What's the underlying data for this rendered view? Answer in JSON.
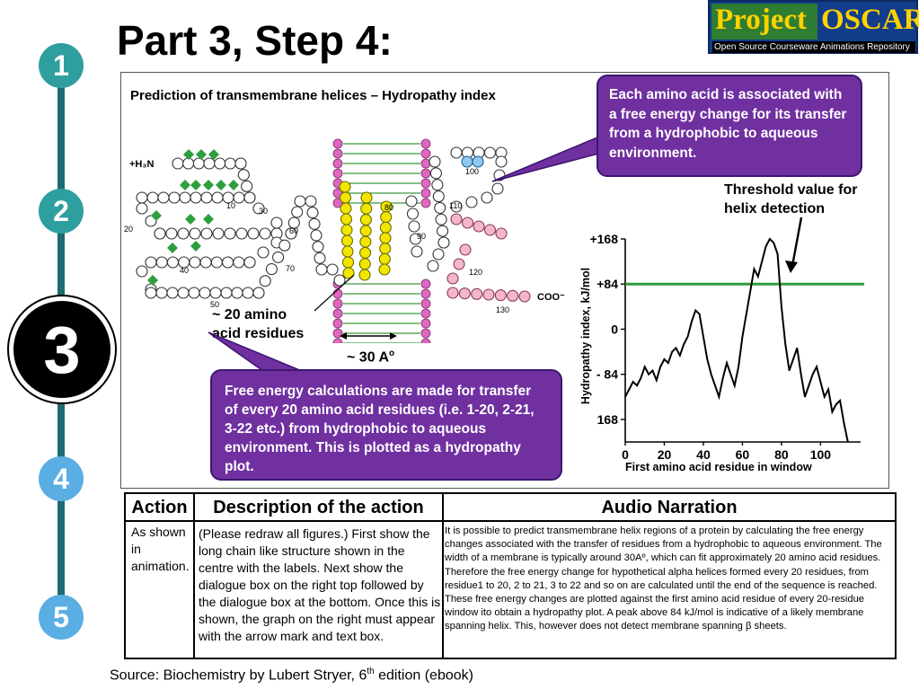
{
  "page": {
    "title": "Part 3, Step 4:"
  },
  "logo": {
    "word1": "Project",
    "word2": "OSCAR",
    "tagline": "Open Source Courseware Animations Repository"
  },
  "steps": [
    "1",
    "2",
    "3",
    "4",
    "5"
  ],
  "panel": {
    "heading": "Prediction of transmembrane helices – Hydropathy index",
    "callout_top": "Each amino acid is associated with a free energy change for its transfer from a hydrophobic to aqueous environment.",
    "callout_bottom": "Free energy calculations are made for transfer of every 20 amino acid residues (i.e. 1-20, 2-21, 3-22 etc.) from hydrophobic to aqueous environment. This is plotted as a hydropathy plot.",
    "threshold_label_line1": "Threshold value for",
    "threshold_label_line2": "helix detection",
    "residues_label_line1": "~ 20 amino",
    "residues_label_line2": "acid residues",
    "width_label": "~ 30 A",
    "width_sup": "o"
  },
  "diagram": {
    "n_terminus": "+H₃N",
    "c_terminus": "COO⁻",
    "numbers": [
      "10",
      "20",
      "30",
      "40",
      "50",
      "60",
      "70",
      "80",
      "90",
      "100",
      "110",
      "120",
      "130"
    ]
  },
  "chart_data": {
    "type": "line",
    "xlabel": "First amino acid residue in window",
    "ylabel": "Hydropathy index, kJ/mol",
    "x_ticks": [
      "0",
      "20",
      "40",
      "60",
      "80",
      "100"
    ],
    "y_ticks": [
      "+168",
      "+84",
      "0",
      "- 84",
      "168"
    ],
    "xlim": [
      0,
      120
    ],
    "ylim": [
      -210,
      168
    ],
    "threshold": 84,
    "threshold_color": "#2e9e3e",
    "x": [
      0,
      2,
      4,
      6,
      8,
      10,
      12,
      14,
      16,
      18,
      20,
      22,
      24,
      26,
      28,
      30,
      32,
      34,
      36,
      38,
      40,
      42,
      44,
      46,
      48,
      50,
      52,
      54,
      56,
      58,
      60,
      62,
      64,
      66,
      68,
      70,
      72,
      74,
      76,
      78,
      80,
      82,
      84,
      86,
      88,
      90,
      92,
      94,
      96,
      98,
      100,
      102,
      104,
      106,
      108,
      110,
      112,
      114
    ],
    "y": [
      -126,
      -112,
      -98,
      -105,
      -91,
      -70,
      -84,
      -77,
      -95,
      -70,
      -56,
      -63,
      -42,
      -35,
      -49,
      -28,
      -14,
      14,
      35,
      28,
      -14,
      -56,
      -84,
      -105,
      -126,
      -91,
      -63,
      -84,
      -105,
      -70,
      -14,
      28,
      70,
      112,
      98,
      126,
      154,
      168,
      161,
      140,
      42,
      -28,
      -77,
      -56,
      -35,
      -84,
      -126,
      -105,
      -84,
      -70,
      -98,
      -126,
      -112,
      -154,
      -140,
      -133,
      -175,
      -210
    ]
  },
  "table": {
    "headers": {
      "action": "Action",
      "description": "Description of the action",
      "narration": "Audio Narration"
    },
    "action": "As shown in animation.",
    "description": "(Please redraw all figures.) First show the long chain like structure shown in the centre with the labels. Next show the dialogue box on the right top followed by the dialogue box at the bottom. Once this is shown, the graph on the right must appear with the arrow mark and text box.",
    "narration": "It is possible to predict transmembrane helix regions of a protein by calculating the free energy changes associated with the transfer of residues from a hydrophobic to aqueous environment. The width of a membrane is typically around 30Aº, which can fit approximately 20 amino acid residues. Therefore the free energy change for hypothetical alpha helices formed every 20 residues, from residue1 to 20, 2 to 21, 3 to 22 and so on are calculated until the end of the sequence is reached. These free energy changes are plotted against the first amino acid residue of every 20-residue window ito obtain a hydropathy plot. A peak above 84 kJ/mol  is indicative of a likely membrane spanning helix. This, however does not detect membrane spanning β sheets."
  },
  "source": {
    "text": "Source: Biochemistry by Lubert Stryer, 6",
    "sup": "th",
    "suffix": " edition (ebook)"
  }
}
